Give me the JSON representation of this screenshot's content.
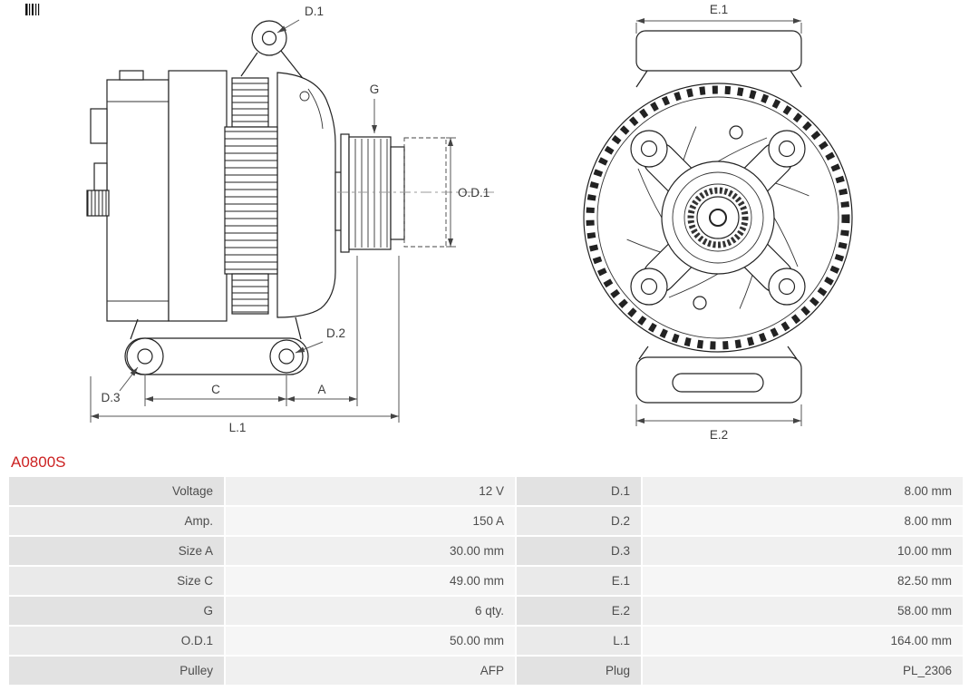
{
  "part_number": "A0800S",
  "colors": {
    "part_number_red": "#cc2222",
    "label_cell": "#e2e2e2",
    "value_cell": "#f0f0f0"
  },
  "drawing": {
    "side_labels": {
      "d1": "D.1",
      "g": "G",
      "od1": "O.D.1",
      "d2": "D.2",
      "d3": "D.3",
      "c": "C",
      "a": "A",
      "l1": "L.1"
    },
    "front_labels": {
      "e1": "E.1",
      "e2": "E.2"
    }
  },
  "table": {
    "rows": [
      {
        "label_left": "Voltage",
        "value_left": "12 V",
        "label_right": "D.1",
        "value_right": "8.00 mm"
      },
      {
        "label_left": "Amp.",
        "value_left": "150 A",
        "label_right": "D.2",
        "value_right": "8.00 mm"
      },
      {
        "label_left": "Size A",
        "value_left": "30.00 mm",
        "label_right": "D.3",
        "value_right": "10.00 mm"
      },
      {
        "label_left": "Size C",
        "value_left": "49.00 mm",
        "label_right": "E.1",
        "value_right": "82.50 mm"
      },
      {
        "label_left": "G",
        "value_left": "6 qty.",
        "label_right": "E.2",
        "value_right": "58.00 mm"
      },
      {
        "label_left": "O.D.1",
        "value_left": "50.00 mm",
        "label_right": "L.1",
        "value_right": "164.00 mm"
      },
      {
        "label_left": "Pulley",
        "value_left": "AFP",
        "label_right": "Plug",
        "value_right": "PL_2306"
      }
    ]
  }
}
